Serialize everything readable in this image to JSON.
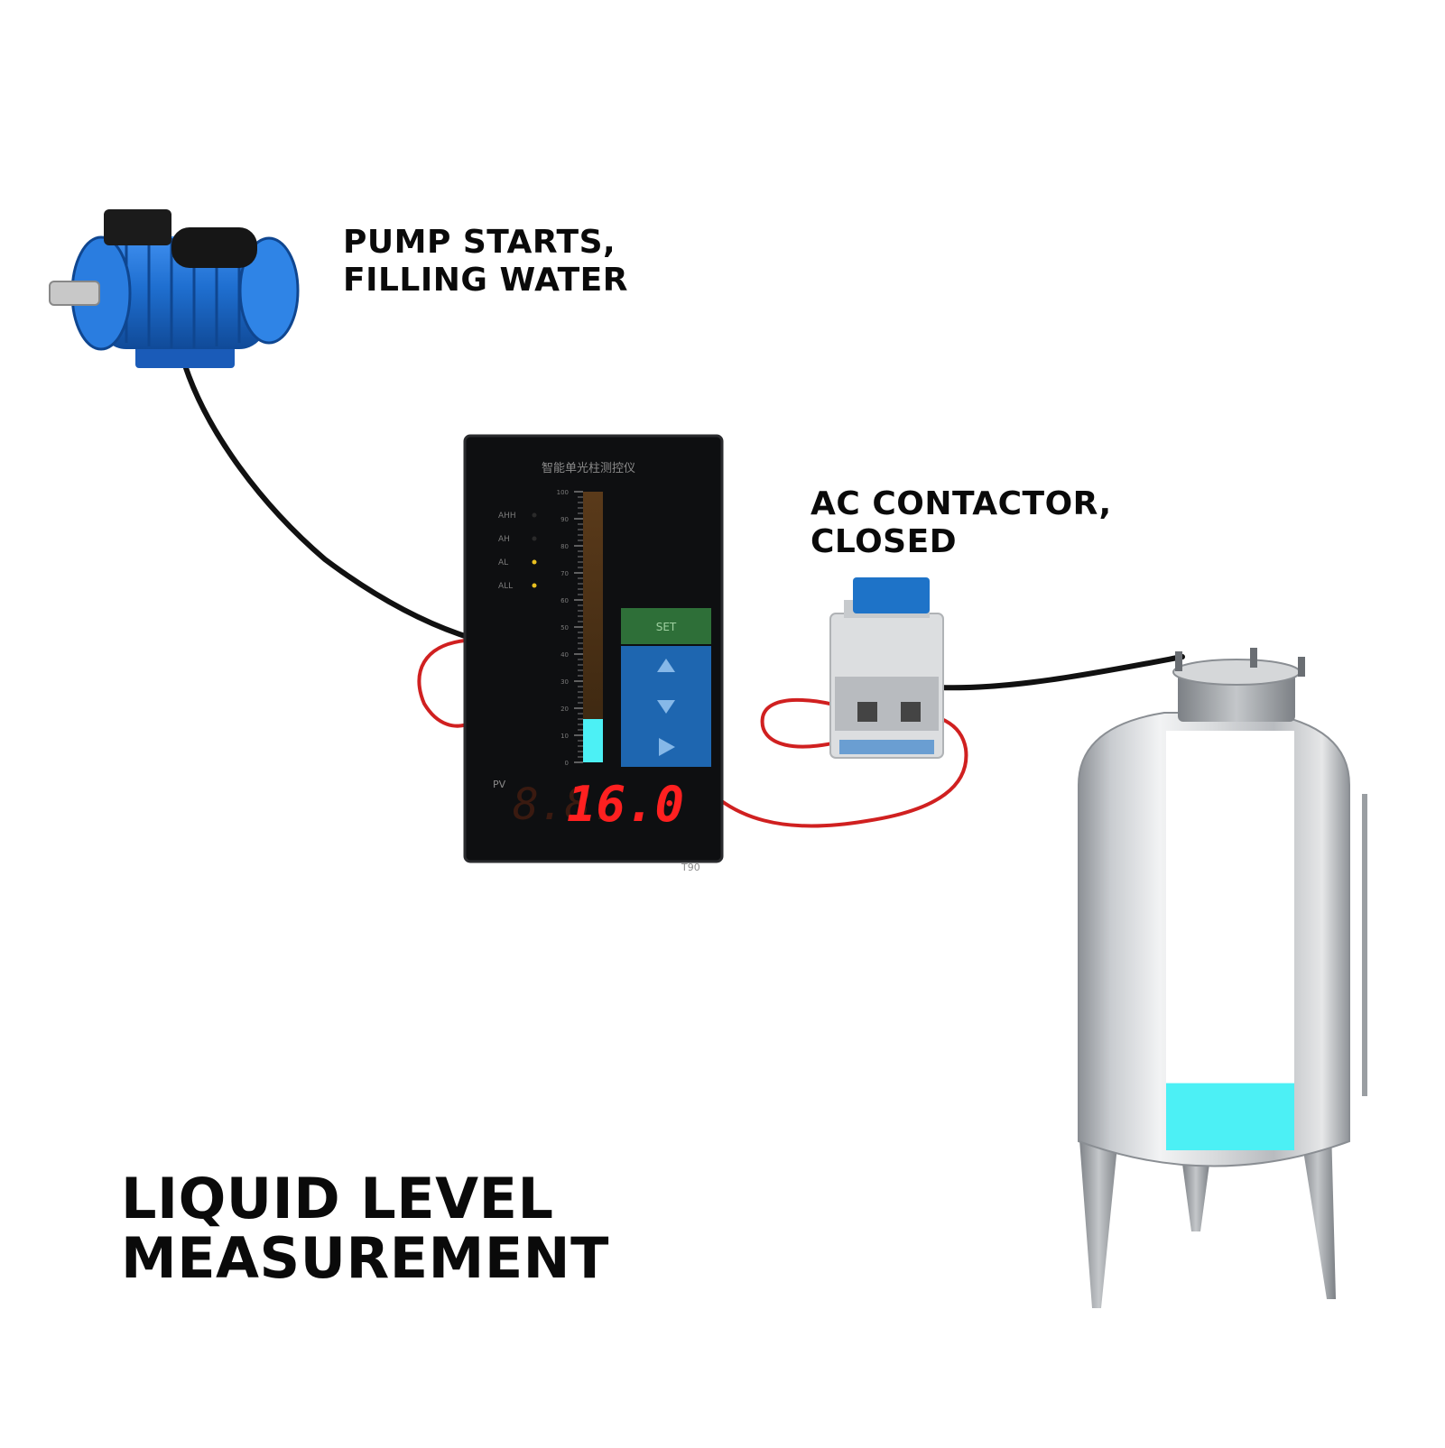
{
  "pump": {
    "caption_line1": "PUMP STARTS,",
    "caption_line2": "FILLING WATER"
  },
  "contactor": {
    "caption_line1": "AC CONTACTOR,",
    "caption_line2": "CLOSED"
  },
  "title": {
    "line1": "LIQUID LEVEL",
    "line2": "MEASUREMENT"
  },
  "controller": {
    "header": "智能单光柱测控仪",
    "alarm_labels": [
      "AHH",
      "AH",
      "AL",
      "ALL"
    ],
    "scale_labels": [
      "100",
      "90",
      "80",
      "70",
      "60",
      "50",
      "40",
      "30",
      "20",
      "10",
      "0"
    ],
    "set_label": "SET",
    "pv_label": "PV",
    "display_value": "16.0",
    "model_label": "T90",
    "bar_level_percent": 16
  },
  "tank": {
    "water_level_fraction": 0.16
  },
  "colors": {
    "water": "#4cf0f5",
    "cable_black": "#111111",
    "cable_red": "#d02020",
    "pump_blue": "#1f6fd0",
    "led_red": "#ff2020",
    "set_green": "#2e6f38",
    "button_blue": "#1e66b0"
  }
}
